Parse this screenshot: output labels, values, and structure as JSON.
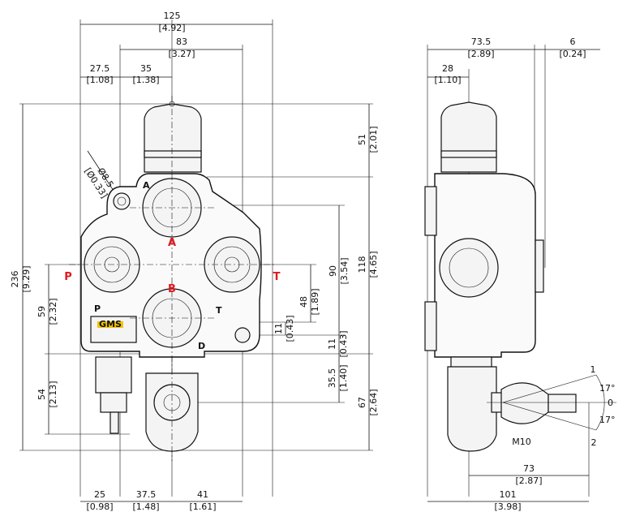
{
  "front_view": {
    "top_dims": [
      {
        "value": "125",
        "inch": "[4.92]"
      },
      {
        "value": "83",
        "inch": "[3.27]"
      },
      {
        "value": "27.5",
        "inch": "[1.08]"
      },
      {
        "value": "35",
        "inch": "[1.38]"
      }
    ],
    "hole_dim": {
      "value": "Ø8.5",
      "inch": "[Ø0.33]"
    },
    "left_dims": [
      {
        "value": "236",
        "inch": "[9.29]"
      },
      {
        "value": "59",
        "inch": "[2.32]"
      },
      {
        "value": "54",
        "inch": "[2.13]"
      }
    ],
    "right_dims": [
      {
        "value": "51",
        "inch": "[2.01]"
      },
      {
        "value": "90",
        "inch": "[3.54]"
      },
      {
        "value": "118",
        "inch": "[4.65]"
      },
      {
        "value": "48",
        "inch": "[1.89]"
      },
      {
        "value": "11",
        "inch": "[0.43]"
      },
      {
        "value": "11",
        "inch": "[0.43]"
      },
      {
        "value": "35.5",
        "inch": "[1.40]"
      },
      {
        "value": "67",
        "inch": "[2.64]"
      }
    ],
    "bottom_dims": [
      {
        "value": "25",
        "inch": "[0.98]"
      },
      {
        "value": "37.5",
        "inch": "[1.48]"
      },
      {
        "value": "41",
        "inch": "[1.61]"
      }
    ],
    "ports": {
      "a": "A",
      "b": "B",
      "p": "P",
      "t": "T"
    },
    "body_marks": {
      "a": "A",
      "d": "D",
      "p": "P",
      "t": "T"
    },
    "brand": "GMS",
    "brand_color": "#f2c500"
  },
  "side_view": {
    "top_dims": [
      {
        "value": "73.5",
        "inch": "[2.89]"
      },
      {
        "value": "6",
        "inch": "[0.24]"
      },
      {
        "value": "28",
        "inch": "[1.10]"
      }
    ],
    "bottom_dims": [
      {
        "value": "73",
        "inch": "[2.87]"
      },
      {
        "value": "101",
        "inch": "[3.98]"
      }
    ],
    "lever": {
      "position_1": "1",
      "position_0": "0",
      "position_2": "2",
      "angle_up": "17°",
      "angle_down": "17°",
      "thread": "M10"
    }
  },
  "colors": {
    "port_label": "#e0191f",
    "line": "#111111"
  }
}
